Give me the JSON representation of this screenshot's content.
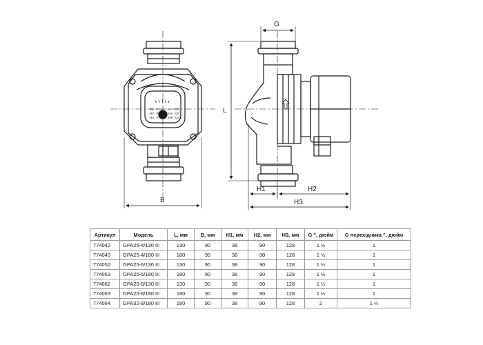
{
  "dimension_labels": {
    "front_width": "B",
    "top_g": "G",
    "length": "L",
    "h1": "H1",
    "h2": "H2",
    "h3": "H3"
  },
  "control_panel": {
    "left_lines": [
      "PII : PP1",
      "HII : PP3",
      "HA : PP2"
    ],
    "right_lines": [
      "IHI : CP1",
      "IHA : CP2",
      "IHP : CP3"
    ]
  },
  "table": {
    "headers": [
      "Артикул",
      "Модель",
      "L, мм",
      "B, мм",
      "H1, мм",
      "H2, мм",
      "H3, мм",
      "G \", дюйм",
      "G перехідника \", дюйм"
    ],
    "rows": [
      [
        "774042",
        "GPA25-4/130 III",
        "130",
        "90",
        "38",
        "90",
        "128",
        "1 ½",
        "1"
      ],
      [
        "774043",
        "GPA25-4/180 III",
        "180",
        "90",
        "38",
        "90",
        "128",
        "1 ½",
        "1"
      ],
      [
        "774052",
        "GPA25-6/130 III",
        "130",
        "90",
        "38",
        "90",
        "128",
        "1 ½",
        "1"
      ],
      [
        "774053",
        "GPA25-6/180 III",
        "180",
        "90",
        "38",
        "90",
        "128",
        "1 ½",
        "1"
      ],
      [
        "774062",
        "GPA25-8/130 III",
        "130",
        "90",
        "38",
        "90",
        "128",
        "1 ½",
        "1"
      ],
      [
        "774063",
        "GPA25-8/180 III",
        "180",
        "90",
        "38",
        "90",
        "128",
        "1 ½",
        "1"
      ],
      [
        "774064",
        "GPA32-8/180 III",
        "180",
        "90",
        "38",
        "90",
        "128",
        "2",
        "1 ¼"
      ]
    ]
  }
}
